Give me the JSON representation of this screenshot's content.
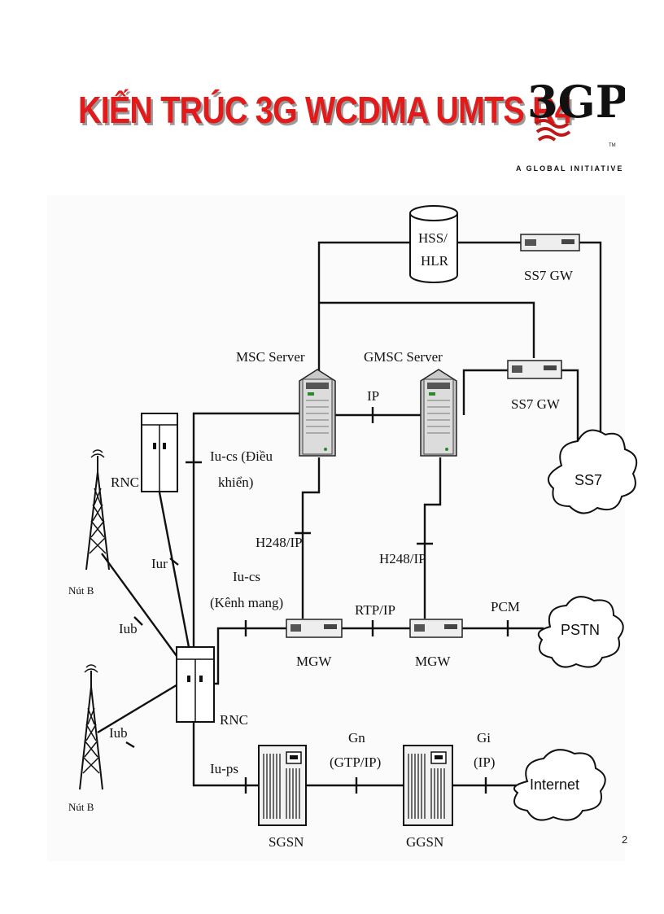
{
  "slide": {
    "title": "KIẾN TRÚC 3G WCDMA UMTS R4",
    "logo_text": "3GPP",
    "logo_tagline": "A GLOBAL INITIATIVE",
    "page_number": "2"
  },
  "diagram": {
    "nodes": {
      "hss": "HSS/",
      "hlr": "HLR",
      "ss7gw_top": "SS7 GW",
      "ss7gw_mid": "SS7 GW",
      "msc_server": "MSC Server",
      "gmsc_server": "GMSC Server",
      "rnc_top": "RNC",
      "rnc_bottom": "RNC",
      "mgw_left": "MGW",
      "mgw_right": "MGW",
      "sgsn": "SGSN",
      "ggsn": "GGSN",
      "nodeb_top": "Nút B",
      "nodeb_bottom": "Nút B",
      "ss7_cloud": "SS7",
      "pstn_cloud": "PSTN",
      "internet_cloud": "Internet"
    },
    "interfaces": {
      "ip": "IP",
      "iucs_ctrl_1": "Iu-cs (Điều",
      "iucs_ctrl_2": "khiển)",
      "h248_left": "H248/IP",
      "h248_right": "H248/IP",
      "iur": "Iur",
      "iucs_bearer_1": "Iu-cs",
      "iucs_bearer_2": "(Kênh mang)",
      "rtp": "RTP/IP",
      "pcm": "PCM",
      "iub_top": "Iub",
      "iub_bottom": "Iub",
      "gn_1": "Gn",
      "gn_2": "(GTP/IP)",
      "gi_1": "Gi",
      "gi_2": "(IP)",
      "iups": "Iu-ps"
    }
  }
}
